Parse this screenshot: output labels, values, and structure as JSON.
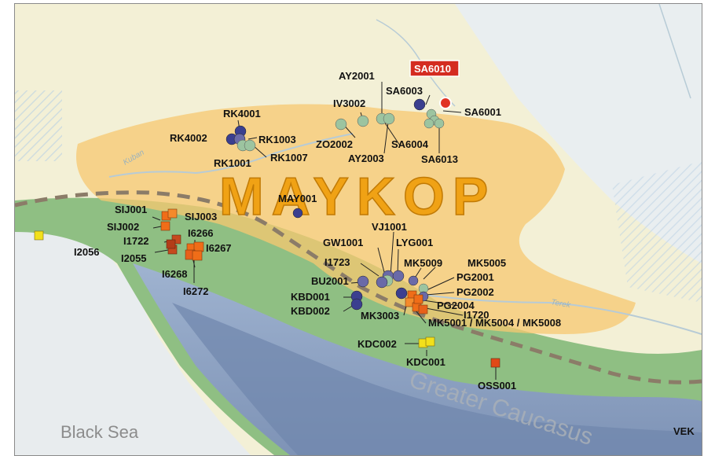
{
  "map": {
    "culture_label": "MAYKOP",
    "sea_label": "Black Sea",
    "mountain_label": "Greater Caucasus",
    "rivers": {
      "kuban": "Kuban",
      "terek": "Terek"
    },
    "edge_label": "VEK",
    "highlight_label": "SA6010",
    "colors": {
      "culture_area": "#f7c870",
      "culture_text": "#f0a215",
      "highlight_box": "#d42b20",
      "circle_dark": "#3b3f8f",
      "circle_purple": "#6a6aa8",
      "circle_green": "#9cc4a0",
      "square_orange": "#f06d18",
      "square_red": "#c64a1e",
      "square_yellow": "#f2e01b",
      "forest": "#7fb37a",
      "mountain": "#8fa5c6"
    }
  },
  "labels": {
    "SA6010": "SA6010",
    "AY2001": "AY2001",
    "SA6003": "SA6003",
    "IV3002": "IV3002",
    "SA6001": "SA6001",
    "RK4001": "RK4001",
    "RK4002": "RK4002",
    "RK1003": "RK1003",
    "ZO2002": "ZO2002",
    "SA6004": "SA6004",
    "RK1001": "RK1001",
    "RK1007": "RK1007",
    "AY2003": "AY2003",
    "SA6013": "SA6013",
    "MAY001": "MAY001",
    "SIJ001": "SIJ001",
    "SIJ003": "SIJ003",
    "SIJ002": "SIJ002",
    "I6266": "I6266",
    "I1722": "I1722",
    "I6267": "I6267",
    "I2056": "I2056",
    "I2055": "I2055",
    "I6268": "I6268",
    "I6272": "I6272",
    "VJ1001": "VJ1001",
    "GW1001": "GW1001",
    "LYG001": "LYG001",
    "I1723": "I1723",
    "MK5009": "MK5009",
    "MK5005": "MK5005",
    "BU2001": "BU2001",
    "PG2001": "PG2001",
    "KBD001": "KBD001",
    "PG2002": "PG2002",
    "KBD002": "KBD002",
    "PG2004": "PG2004",
    "I1720": "I1720",
    "MK3003": "MK3003",
    "MK5001": "MK5001 / MK5004 / MK5008",
    "KDC002": "KDC002",
    "KDC001": "KDC001",
    "OSS001": "OSS001"
  }
}
